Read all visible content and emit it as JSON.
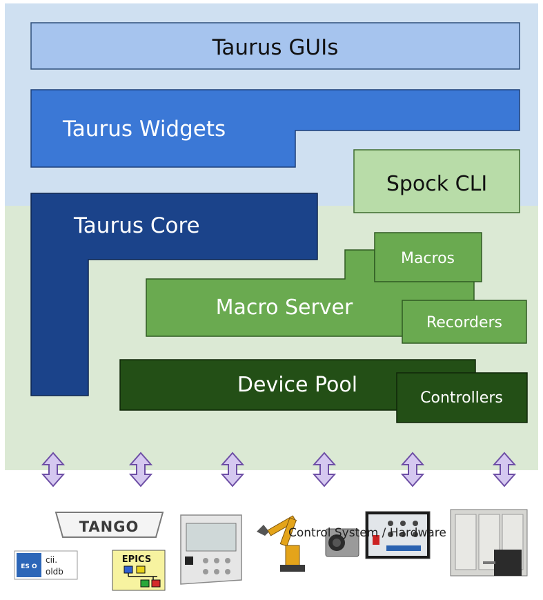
{
  "layers": {
    "guis": "Taurus GUIs",
    "widgets": "Taurus Widgets",
    "spock": "Spock CLI",
    "core": "Taurus Core",
    "macros": "Macros",
    "macro_server": "Macro Server",
    "recorders": "Recorders",
    "device_pool": "Device Pool",
    "controllers": "Controllers"
  },
  "hardware": {
    "tango_logo": "TANGO",
    "epics_logo": "EPICS",
    "eso_logo": "ES O",
    "cii_label": "cii.",
    "oldb_label": "oldb",
    "caption": "Control System / Hardware"
  },
  "colors": {
    "client_zone": "#cfe0f1",
    "server_zone": "#dbe9d4",
    "guis": "#a6c4ee",
    "widgets": "#3b78d6",
    "core": "#1b438a",
    "spock": "#b8dca8",
    "macro_server": "#6aaa50",
    "device_pool": "#234f16",
    "arrow": "#d5c8f0",
    "arrow_stroke": "#6d4ea5"
  },
  "icons": [
    "double-arrow-icon"
  ]
}
